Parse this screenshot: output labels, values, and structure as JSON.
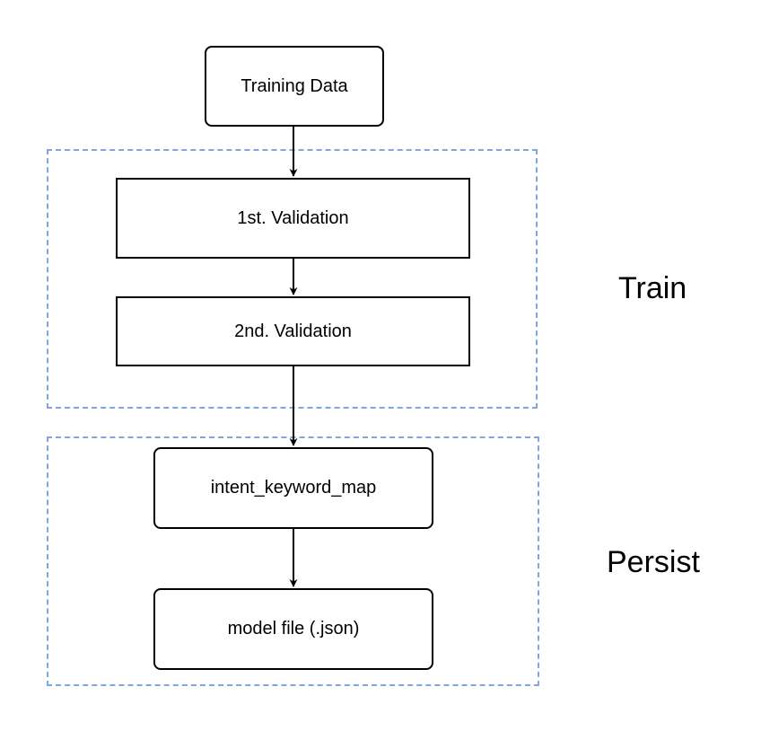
{
  "groups": {
    "train": {
      "label": "Train"
    },
    "persist": {
      "label": "Persist"
    }
  },
  "nodes": {
    "training_data": "Training Data",
    "validation_1": "1st. Validation",
    "validation_2": "2nd. Validation",
    "intent_keyword_map": "intent_keyword_map",
    "model_file": "model file (.json)"
  },
  "edges": [
    {
      "from": "training_data",
      "to": "validation_1"
    },
    {
      "from": "validation_1",
      "to": "validation_2"
    },
    {
      "from": "validation_2",
      "to": "intent_keyword_map"
    },
    {
      "from": "intent_keyword_map",
      "to": "model_file"
    }
  ],
  "colors": {
    "group_border": "#7ea6e0",
    "node_border": "#000000",
    "edge": "#000000"
  }
}
